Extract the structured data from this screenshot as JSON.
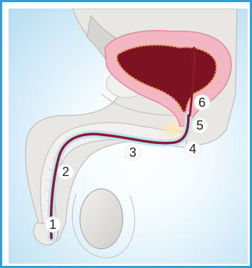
{
  "labels": [
    {
      "id": "1",
      "text": "1"
    },
    {
      "id": "2",
      "text": "2"
    },
    {
      "id": "3",
      "text": "3"
    },
    {
      "id": "4",
      "text": "4"
    },
    {
      "id": "5",
      "text": "5"
    },
    {
      "id": "6",
      "text": "6"
    }
  ],
  "colors": {
    "border": "#2f9fd9",
    "tissue": "#e7e5e2",
    "tissue_outline": "#b9b6b1",
    "bladder": "#f3b8c4",
    "bladder_inner": "#7a0f1f",
    "urethra_lumen": "#8c1a28",
    "urethra_wall": "#bfe3f5",
    "prostate_glow": "#f5d18a",
    "callout_bg": "#ffffff"
  }
}
